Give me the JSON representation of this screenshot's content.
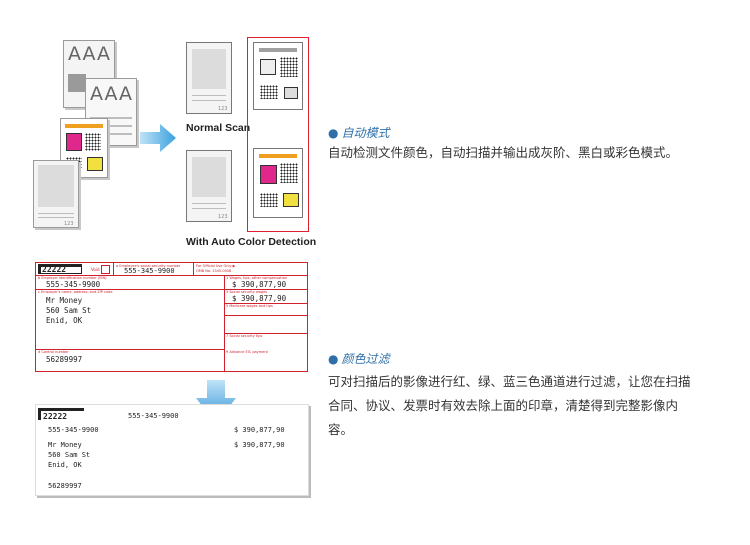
{
  "section1": {
    "title": "自动模式",
    "body": "自动检测文件颜色，自动扫描并输出成灰阶、黑白或彩色模式。",
    "caption_normal": "Normal Scan",
    "caption_auto": "With Auto Color Detection",
    "doc_text_a": "AAA",
    "doc_text_b": "AAA",
    "page_number": "123"
  },
  "section2": {
    "title": "颜色过滤",
    "body_line1": "可对扫描后的影像进行红、绿、蓝三色通道进行过滤，让您在扫描",
    "body_line2": "合同、协议、发票时有效去除上面的印章，清楚得到完整影像内",
    "body_line3": "容。"
  },
  "form": {
    "code": "22222",
    "void_label": "Void",
    "ssn_label": "a Employee's social security number",
    "ssn": "555-345-9900",
    "official_label": "For Official Use Only ▶",
    "omb_label": "OMB No. 1545-0008",
    "ein_label": "b Employer identification number (EIN)",
    "ein": "555-345-9900",
    "wages_label": "1 Wages, tips, other compensation",
    "wages": "$ 390,877,90",
    "ss_wages_label": "3 Social security wages",
    "ss_wages": "$ 390,877,90",
    "employer_label": "c Employer's name, address, and ZIP code",
    "name": "Mr Money",
    "street": "560 Sam St",
    "city": "Enid, OK",
    "medicare_label": "5 Medicare wages and tips",
    "ss_tips_label": "7 Social security tips",
    "control_label": "d Control number",
    "control": "56289997",
    "eic_label": "9 Advance EIC payment"
  },
  "colors": {
    "accent_blue": "#2e6fa8",
    "form_red": "#d0202c",
    "arrow_blue": "#3aa0e0",
    "highlight_red": "#e02030"
  }
}
